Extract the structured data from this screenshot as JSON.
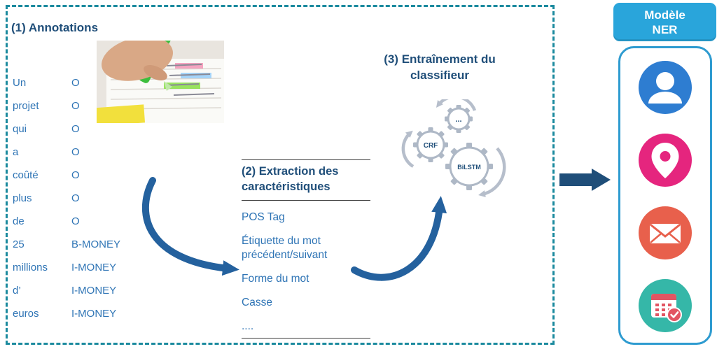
{
  "steps": {
    "annotations": {
      "title": "(1) Annotations",
      "photo": "hand-highlighting-notes-photo",
      "rows": [
        {
          "token": "Un",
          "tag": "O"
        },
        {
          "token": "projet",
          "tag": "O"
        },
        {
          "token": "qui",
          "tag": "O"
        },
        {
          "token": "a",
          "tag": "O"
        },
        {
          "token": "coûté",
          "tag": "O"
        },
        {
          "token": "plus",
          "tag": "O"
        },
        {
          "token": "de",
          "tag": "O"
        },
        {
          "token": "25",
          "tag": "B-MONEY"
        },
        {
          "token": "millions",
          "tag": "I-MONEY"
        },
        {
          "token": "d’",
          "tag": "I-MONEY"
        },
        {
          "token": "euros",
          "tag": "I-MONEY"
        }
      ]
    },
    "extraction": {
      "title": "(2) Extraction des caractéristiques",
      "items": [
        "POS Tag",
        "Étiquette du mot précédent/suivant",
        "Forme du mot",
        "Casse",
        "...."
      ]
    },
    "training": {
      "title": "(3) Entraînement  du classifieur",
      "gears": [
        "...",
        "CRF",
        "BiLSTM"
      ]
    }
  },
  "output": {
    "title_line1": "Modèle",
    "title_line2": "NER",
    "icons": [
      "person-icon",
      "location-pin-icon",
      "envelope-icon",
      "calendar-icon"
    ]
  },
  "colors": {
    "dashed_border": "#1B8A9E",
    "heading": "#1F4E79",
    "body_text": "#2E74B5",
    "curved_arrow": "#24619E",
    "block_arrow": "#1F4E79",
    "header_bg": "#29A5DB",
    "panel_border": "#2E9BD0",
    "icon_person_bg": "#2E7DD1",
    "icon_pin_bg": "#E5257E",
    "icon_mail_bg": "#E8604C",
    "icon_calendar_bg": "#35B7A8"
  }
}
